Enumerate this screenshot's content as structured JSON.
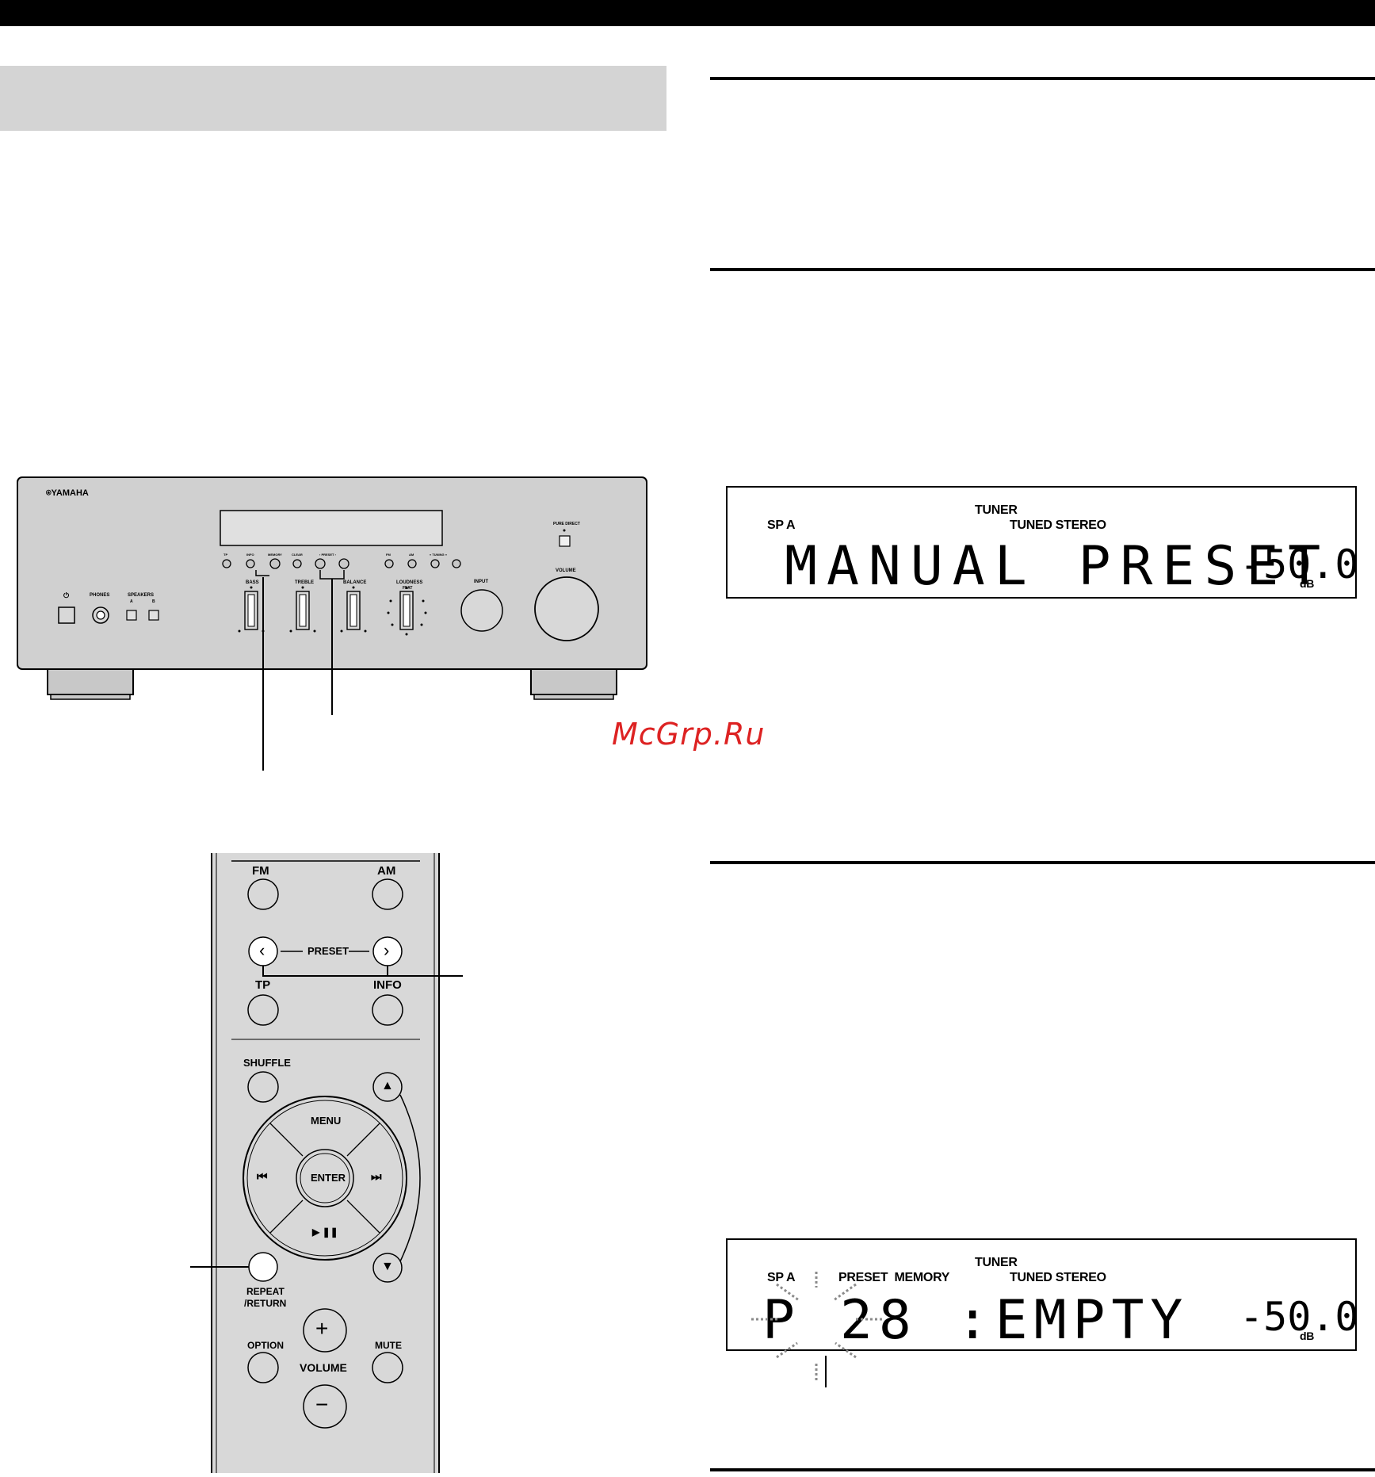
{
  "watermark": "McGrp.Ru",
  "receiver": {
    "brand": "⍟YAMAHA",
    "power_symbol": "⏻",
    "phones": "PHONES",
    "speakers": "SPEAKERS",
    "speakers_a": "A",
    "speakers_b": "B",
    "pure_direct": "PURE DIRECT",
    "input": "INPUT",
    "volume": "VOLUME",
    "bass": "BASS",
    "treble": "TREBLE",
    "balance": "BALANCE",
    "loudness": "LOUDNESS",
    "flat": "FLAT",
    "small_buttons": [
      "TP",
      "INFO",
      "MEMORY",
      "CLEAR",
      "‹ PRESET ›",
      "FM",
      "AM",
      "« TUNING »"
    ]
  },
  "remote": {
    "fm": "FM",
    "am": "AM",
    "preset": "PRESET",
    "preset_left": "‹",
    "preset_right": "›",
    "tp": "TP",
    "info": "INFO",
    "shuffle": "SHUFFLE",
    "menu": "MENU",
    "enter": "ENTER",
    "prev": "⏮",
    "next": "⏭",
    "play_pause": "▶ ❚❚",
    "repeat": "REPEAT",
    "return": "/RETURN",
    "option": "OPTION",
    "mute": "MUTE",
    "volume": "VOLUME",
    "plus": "+",
    "minus": "−",
    "up": "▲",
    "down": "▼"
  },
  "display1": {
    "tuner": "TUNER",
    "sp_a": "SP A",
    "tuned_stereo": "TUNED STEREO",
    "main": "MANUAL PRESET",
    "volume": "-50.0",
    "db": "dB"
  },
  "display2": {
    "tuner": "TUNER",
    "sp_a": "SP A",
    "preset_memory": "PRESET  MEMORY",
    "tuned_stereo": "TUNED STEREO",
    "main": "P 28 :EMPTY",
    "volume": "-50.0",
    "db": "dB"
  }
}
